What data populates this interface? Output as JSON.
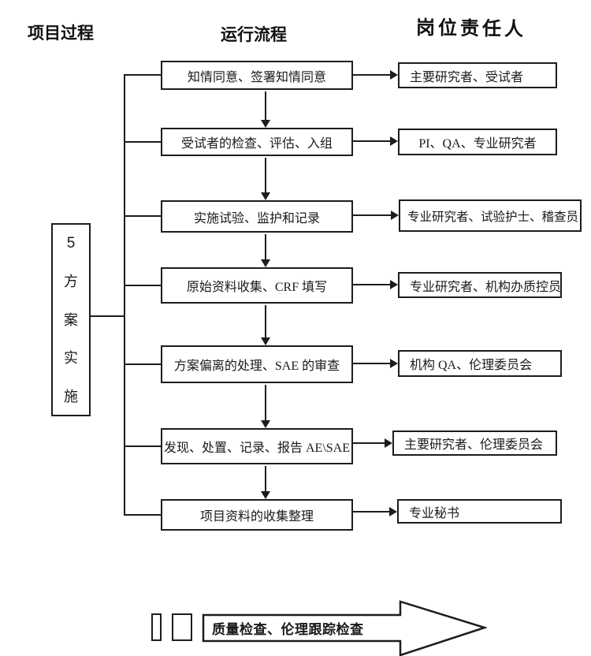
{
  "headers": {
    "project_process": "项目过程",
    "operation_flow": "运行流程",
    "responsible_person": "岗位责任人"
  },
  "phase_box": {
    "number": "5",
    "chars": [
      "方",
      "案",
      "实",
      "施"
    ]
  },
  "rows": [
    {
      "process": "知情同意、签署知情同意",
      "responsible": "主要研究者、受试者"
    },
    {
      "process": "受试者的检查、评估、入组",
      "responsible": "PI、QA、专业研究者"
    },
    {
      "process": "实施试验、监护和记录",
      "responsible": "专业研究者、试验护士、稽查员"
    },
    {
      "process": "原始资料收集、CRF 填写",
      "responsible": "专业研究者、机构办质控员"
    },
    {
      "process": "方案偏离的处理、SAE 的审查",
      "responsible": "机构 QA、伦理委员会"
    },
    {
      "process": "发现、处置、记录、报告 AE\\SAE",
      "responsible": "主要研究者、伦理委员会"
    },
    {
      "process": "项目资料的收集整理",
      "responsible": "专业秘书"
    }
  ],
  "bottom_banner": {
    "label": "质量检查、伦理跟踪检查"
  },
  "colors": {
    "line": "#1d1d1d",
    "background": "#ffffff"
  }
}
